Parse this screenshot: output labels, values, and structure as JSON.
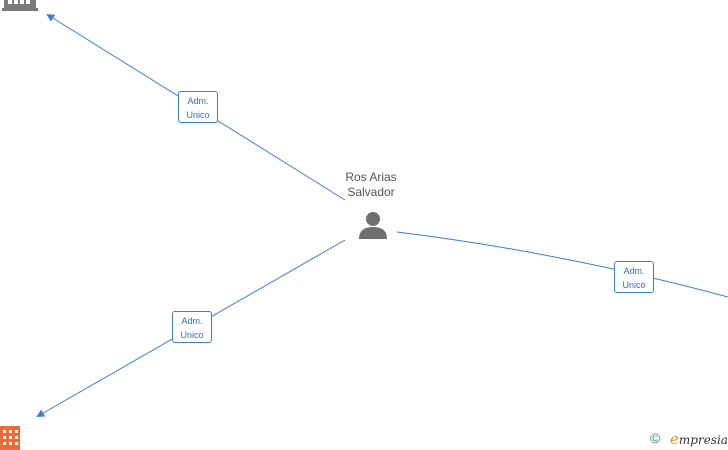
{
  "center_person": {
    "name_line1": "Ros Arias",
    "name_line2": "Salvador",
    "icon": "person-icon"
  },
  "edges": [
    {
      "id": "top-left",
      "label_line1": "Adm.",
      "label_line2": "Unico",
      "target_icon": "building-icon"
    },
    {
      "id": "bottom-left",
      "label_line1": "Adm.",
      "label_line2": "Unico",
      "target_icon": "office-building-icon"
    },
    {
      "id": "right",
      "label_line1": "Adm.",
      "label_line2": "Unico",
      "target_icon": ""
    }
  ],
  "footer": {
    "copyright_symbol": "©",
    "brand_initial": "e",
    "brand_rest": "mpresia"
  },
  "colors": {
    "edge": "#3b7dd8",
    "person": "#6f6f6f",
    "building_gray": "#7a7a7a",
    "building_orange": "#f06a35"
  }
}
